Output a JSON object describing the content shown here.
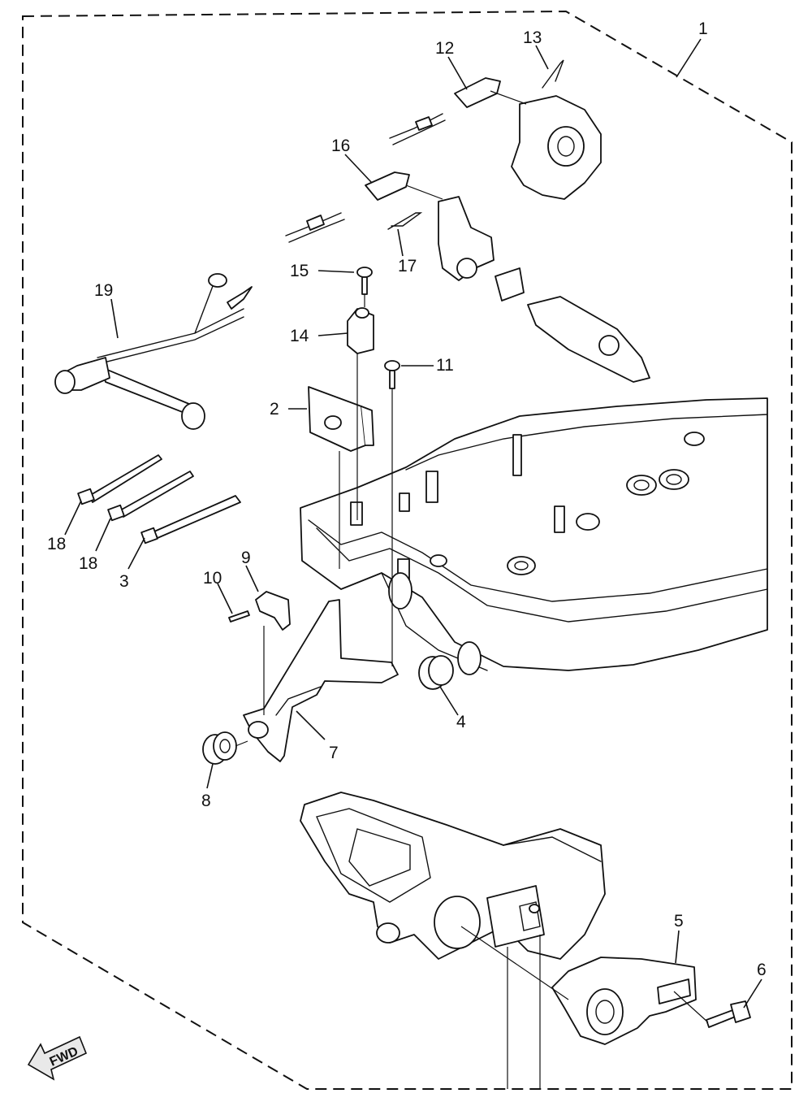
{
  "callouts": {
    "c1": "1",
    "c2": "2",
    "c3": "3",
    "c4": "4",
    "c5": "5",
    "c6": "6",
    "c7": "7",
    "c8": "8",
    "c9": "9",
    "c10": "10",
    "c11": "11",
    "c12": "12",
    "c13": "13",
    "c14": "14",
    "c15": "15",
    "c16": "16",
    "c17": "17",
    "c18a": "18",
    "c18b": "18",
    "c19": "19"
  },
  "direction_indicator": {
    "label": "FWD",
    "icon": "fwd-arrow-icon"
  },
  "colors": {
    "line": "#111111",
    "background": "#ffffff"
  }
}
